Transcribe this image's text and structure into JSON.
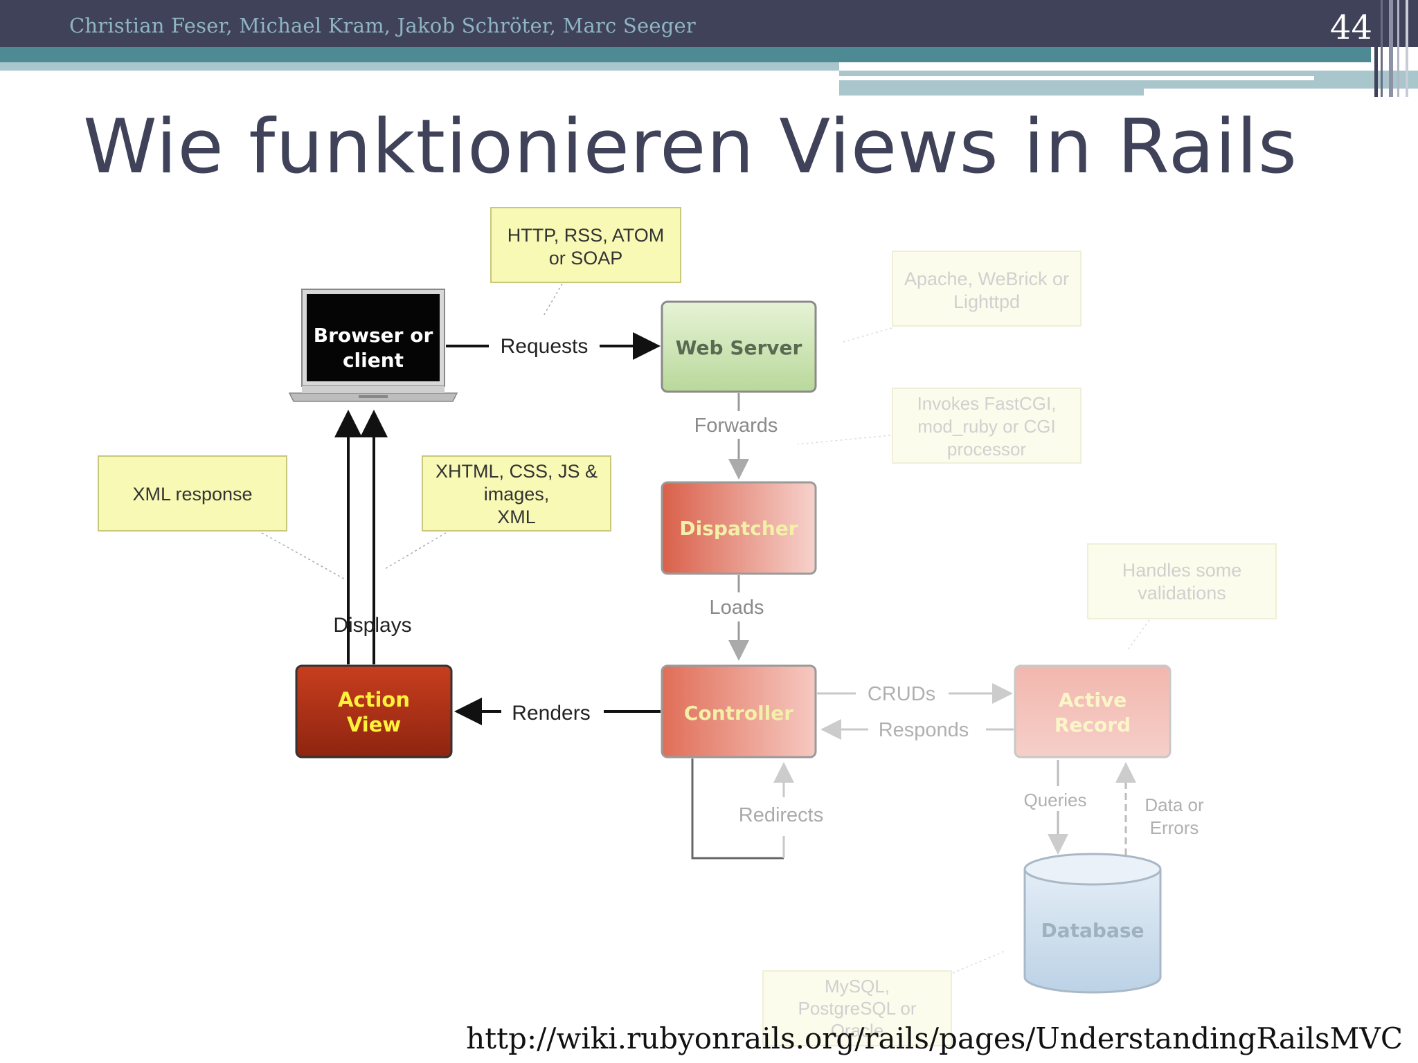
{
  "header": {
    "authors": "Christian Feser, Michael Kram, Jakob Schröter, Marc Seeger",
    "page_number": "44"
  },
  "slide": {
    "title": "Wie funktionieren Views in Rails",
    "source_url": "http://wiki.rubyonrails.org/rails/pages/UnderstandingRailsMVC"
  },
  "diagram": {
    "browser_label": [
      "Browser or",
      "client"
    ],
    "web_server": "Web Server",
    "dispatcher": "Dispatcher",
    "controller": "Controller",
    "action_view": [
      "Action",
      "View"
    ],
    "active_record": [
      "Active",
      "Record"
    ],
    "database": "Database",
    "edges": {
      "requests": "Requests",
      "forwards": "Forwards",
      "loads": "Loads",
      "renders": "Renders",
      "displays": "Displays",
      "cruds": "CRUDs",
      "responds": "Responds",
      "redirects": "Redirects",
      "queries": "Queries",
      "data_or_errors": [
        "Data or",
        "Errors"
      ]
    },
    "notes": {
      "http_rss": [
        "HTTP, RSS, ATOM",
        "or SOAP"
      ],
      "apache": [
        "Apache, WeBrick or",
        "Lighttpd"
      ],
      "fastcgi": [
        "Invokes FastCGI,",
        "mod_ruby or CGI",
        "processor"
      ],
      "xml_response": "XML response",
      "xhtml": [
        "XHTML, CSS, JS &",
        "images,",
        "XML"
      ],
      "validations": [
        "Handles some",
        "validations"
      ],
      "mysql": [
        "MySQL,",
        "PostgreSQL or",
        "Oracle"
      ]
    },
    "colors": {
      "note_fill": "#f7f9b4",
      "note_border": "#c9c77a",
      "action_view": "#b33217",
      "action_view_text": "#fff23a",
      "web_server": "#c6e0a4",
      "red_box": "#e58878",
      "database": "#cfe0ee",
      "faded_text": "#b8b8b8"
    }
  }
}
